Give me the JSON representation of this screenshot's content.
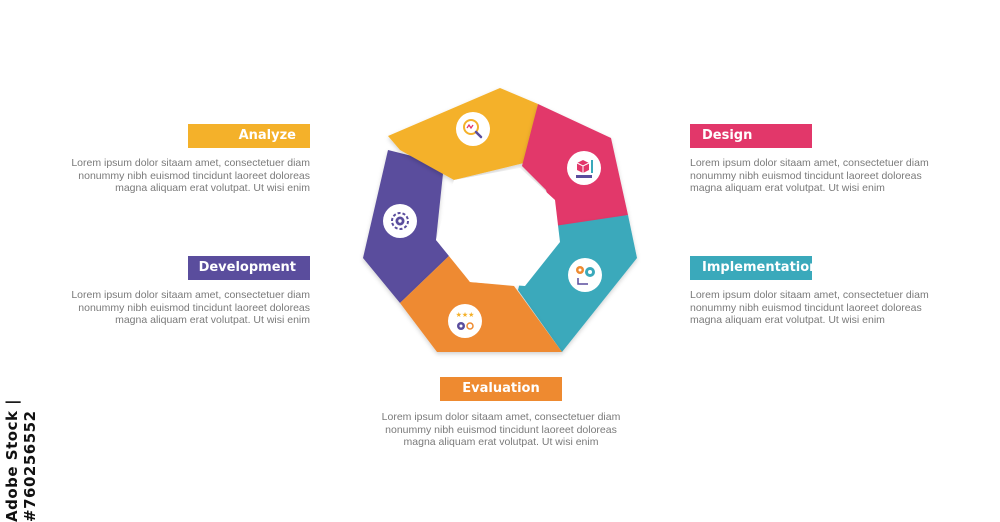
{
  "stock_credit": "Adobe Stock | #760256552",
  "colors": {
    "analyze": "#F4B12A",
    "design": "#E2376A",
    "implementation": "#3AA9BB",
    "evaluation": "#EE8A30",
    "development": "#5A4D9D"
  },
  "steps": [
    {
      "id": "analyze",
      "title": "Analyze",
      "icon": "magnifier-chart-icon",
      "text": "Lorem ipsum dolor sitaam amet, consectetuer diam\nnonummy  nibh euismod tincidunt laoreet doloreas\nmagna aliquam erat volutpat. Ut wisi enim"
    },
    {
      "id": "design",
      "title": "Design",
      "icon": "cube-ruler-icon",
      "text": "Lorem ipsum dolor sitaam amet, consectetuer diam\nnonummy  nibh euismod tincidunt laoreet doloreas\nmagna aliquam erat volutpat. Ut wisi enim"
    },
    {
      "id": "implementation",
      "title": "Implementation",
      "icon": "gears-flow-icon",
      "text": "Lorem ipsum dolor sitaam amet, consectetuer diam\nnonummy  nibh euismod tincidunt laoreet doloreas\nmagna aliquam erat volutpat. Ut wisi enim"
    },
    {
      "id": "evaluation",
      "title": "Evaluation",
      "icon": "stars-gear-icon",
      "text": "Lorem ipsum dolor sitaam amet, consectetuer diam\nnonummy  nibh euismod tincidunt laoreet doloreas\nmagna aliquam erat volutpat. Ut wisi enim"
    },
    {
      "id": "development",
      "title": "Development",
      "icon": "gear-cycle-icon",
      "text": "Lorem ipsum dolor sitaam amet, consectetuer diam\nnonummy  nibh euismod tincidunt laoreet doloreas\nmagna aliquam erat volutpat. Ut wisi enim"
    }
  ]
}
